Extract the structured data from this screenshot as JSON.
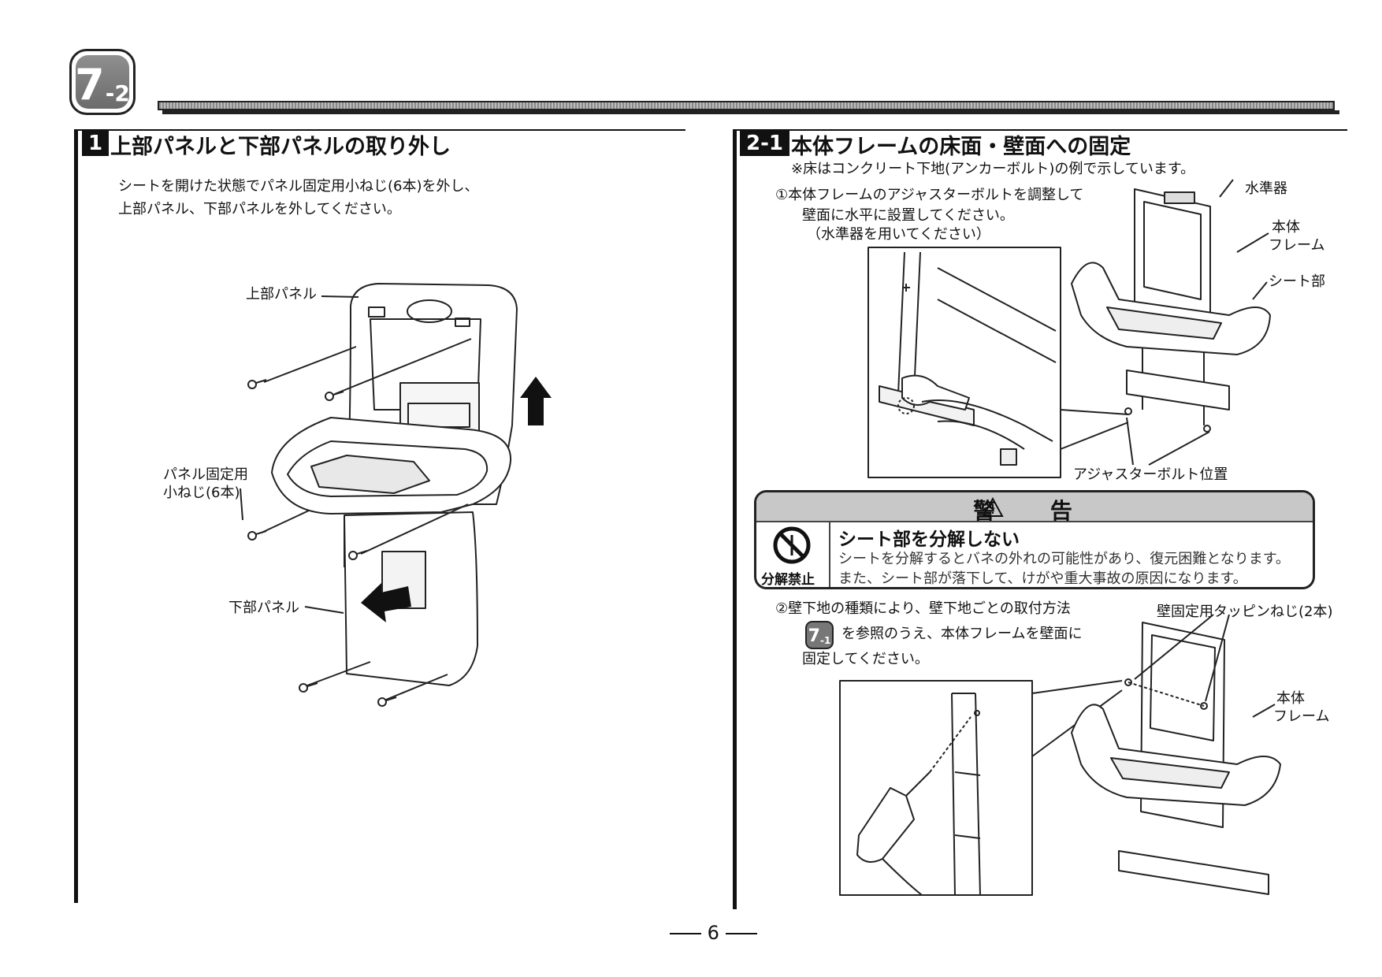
{
  "chapter": {
    "number": "7",
    "sub": "-2"
  },
  "section1": {
    "number": "1",
    "title": "上部パネルと下部パネルの取り外し",
    "body": [
      "シートを開けた状態でパネル固定用小ねじ(6本)を外し、",
      "上部パネル、下部パネルを外してください。"
    ],
    "labels": {
      "upper_panel": "上部パネル",
      "screws_line1": "パネル固定用",
      "screws_line2": "小ねじ(6本)",
      "lower_panel": "下部パネル"
    }
  },
  "section2": {
    "number": "2-1",
    "title": "本体フレームの床面・壁面への固定",
    "note": "※床はコンクリート下地(アンカーボルト)の例で示しています。",
    "step1": [
      "①本体フレームのアジャスターボルトを調整して",
      "壁面に水平に設置してください。",
      "（水準器を用いてください）"
    ],
    "figure1_labels": {
      "level": "水準器",
      "frame_1": "本体",
      "frame_2": "フレーム",
      "seat": "シート部",
      "adjuster": "アジャスターボルト位置"
    },
    "step2": [
      "②壁下地の種類により、壁下地ごとの取付方法",
      "を参照のうえ、本体フレームを壁面に",
      "固定してください。"
    ],
    "step2_ref": {
      "number": "7",
      "sub": "-1"
    },
    "figure2_labels": {
      "screws": "壁固定用タッピンねじ(2本)",
      "frame_1": "本体",
      "frame_2": "フレーム"
    }
  },
  "warning": {
    "title": "警 告",
    "icon": "warning-triangle-icon",
    "prohibit_icon": "no-disassembly-icon",
    "prohibit_label": "分解禁止",
    "lead": "シート部を分解しない",
    "lines": [
      "シートを分解するとバネの外れの可能性があり、復元困難となります。",
      "また、シート部が落下して、けがや重大事故の原因になります。"
    ]
  },
  "page_number": "6"
}
